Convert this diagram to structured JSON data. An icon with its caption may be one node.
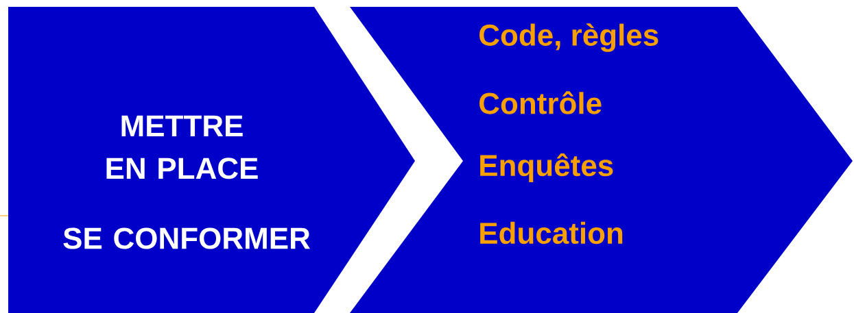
{
  "diagram": {
    "nodes": [
      {
        "text": [
          "METTRE EN PLACE",
          "SE CONFORMER"
        ]
      },
      {
        "text": [
          "Code, règles",
          "Contrôle",
          "Enquêtes",
          "Education"
        ]
      }
    ]
  }
}
